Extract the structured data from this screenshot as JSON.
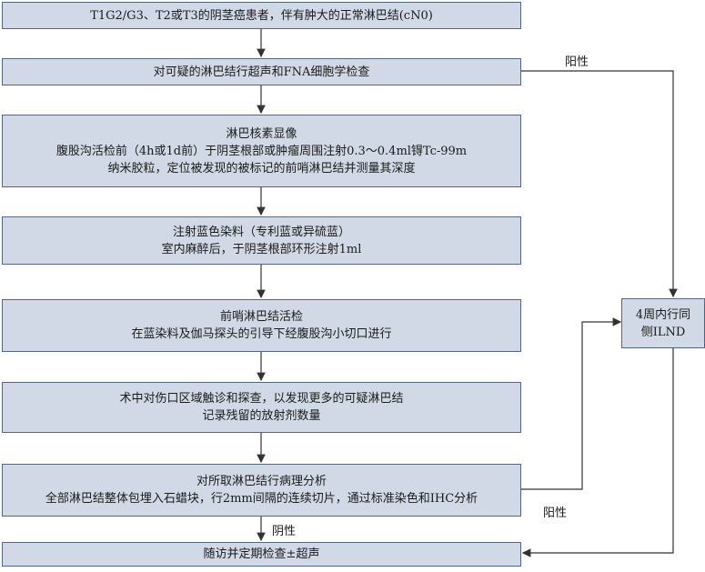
{
  "steps": [
    {
      "lines": [
        "T1G2/G3、T2或T3的阴茎癌患者，伴有肿大的正常淋巴结(cN0)"
      ]
    },
    {
      "lines": [
        "对可疑的淋巴结行超声和FNA细胞学检查"
      ]
    },
    {
      "lines": [
        "淋巴核素显像",
        "腹股沟活检前（4h或1d前）于阴茎根部或肿瘤周围注射0.3～0.4ml锝Tc-99m",
        "纳米胶粒，定位被发现的被标记的前哨淋巴结并测量其深度"
      ]
    },
    {
      "lines": [
        "注射蓝色染料（专利蓝或异硫蓝）",
        "室内麻醉后，于阴茎根部环形注射1ml"
      ]
    },
    {
      "lines": [
        "前哨淋巴结活检",
        "在蓝染料及伽马探头的引导下经腹股沟小切口进行"
      ]
    },
    {
      "lines": [
        "术中对伤口区域触诊和探查，以发现更多的可疑淋巴结",
        "记录残留的放射剂数量"
      ]
    },
    {
      "lines": [
        "对所取淋巴结行病理分析",
        "全部淋巴结整体包埋入石蜡块，行2mm间隔的连续切片，通过标准染色和IHC分析"
      ]
    },
    {
      "lines": [
        "随访并定期检查±超声"
      ]
    }
  ],
  "side_box": {
    "lines": [
      "4周内行同",
      "侧ILND"
    ]
  },
  "edge_labels": {
    "positive_top": "阳性",
    "positive_bottom": "阳性",
    "negative": "阴性"
  }
}
